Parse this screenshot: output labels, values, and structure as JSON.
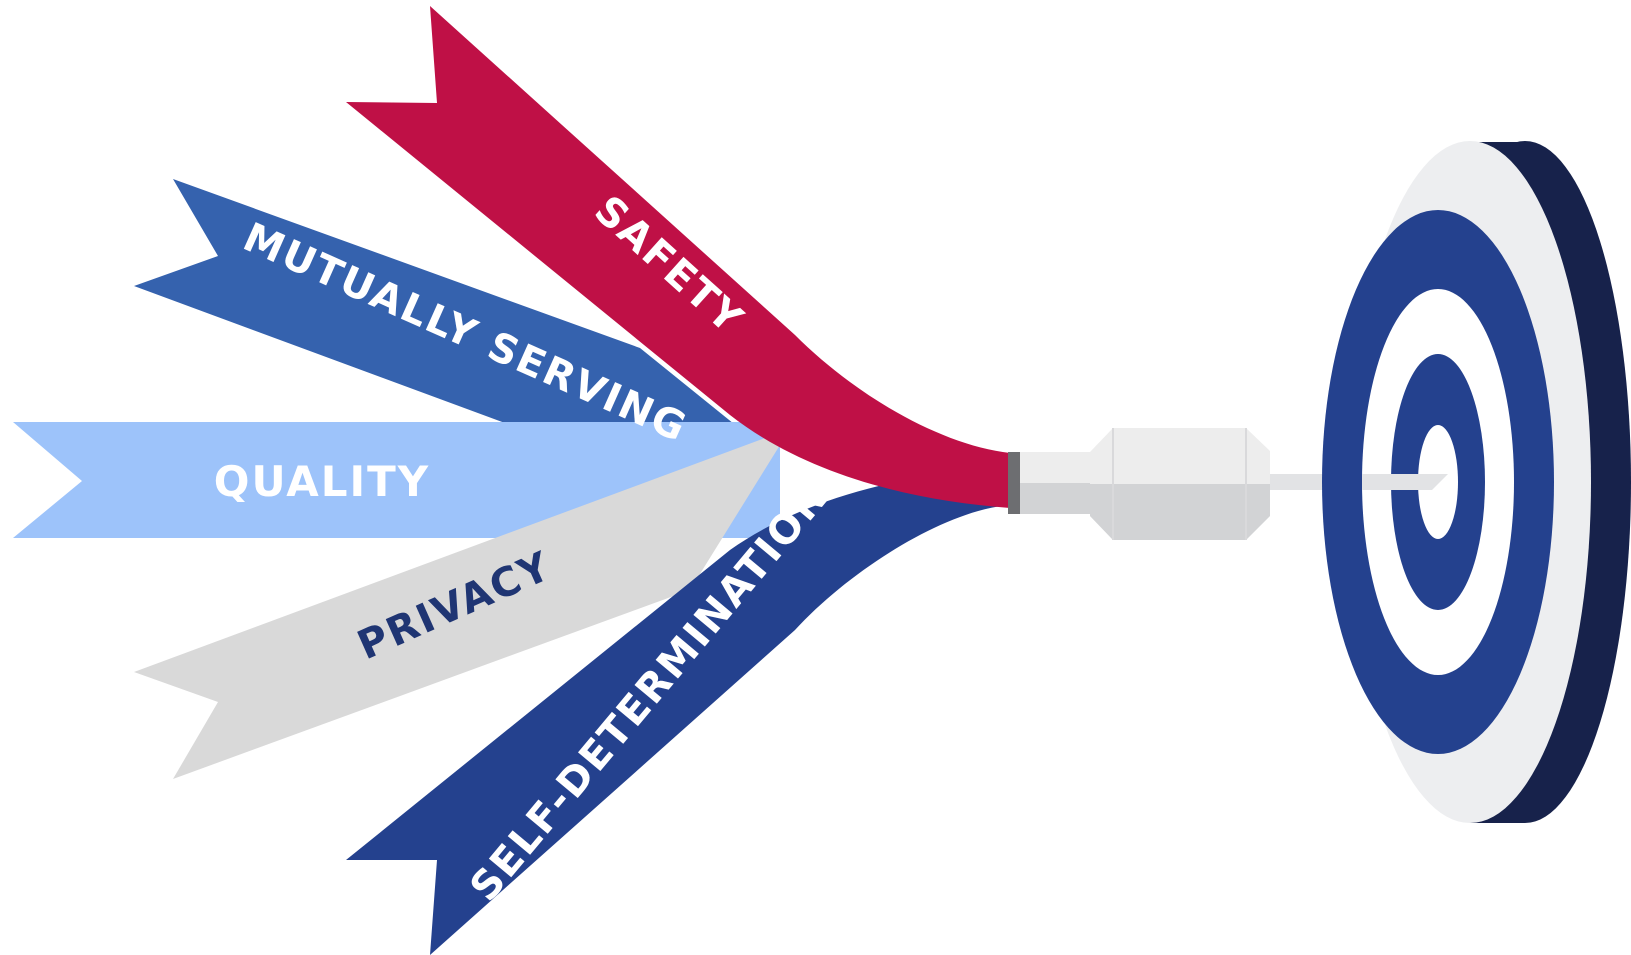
{
  "ribbons": {
    "safety": {
      "label": "SAFETY",
      "color": "#BF1046",
      "text_color": "#FFFFFF"
    },
    "mutually_serving": {
      "label": "MUTUALLY SERVING",
      "color": "#3562AE",
      "text_color": "#FFFFFF"
    },
    "quality": {
      "label": "QUALITY",
      "color": "#9DC3FA",
      "text_color": "#FFFFFF"
    },
    "privacy": {
      "label": "PRIVACY",
      "color": "#D9D9D9",
      "text_color": "#1F3573"
    },
    "self_determination": {
      "label": "SELF-DETERMINATION",
      "color": "#24418E",
      "text_color": "#FFFFFF"
    }
  },
  "target": {
    "ring_colors": [
      "#EDEEF0",
      "#24418E",
      "#FFFFFF"
    ],
    "back_color": "#17224B"
  },
  "dart": {
    "body_color": "#EDEDED",
    "shadow_color": "#D2D3D5",
    "band_color": "#6D6E71"
  }
}
